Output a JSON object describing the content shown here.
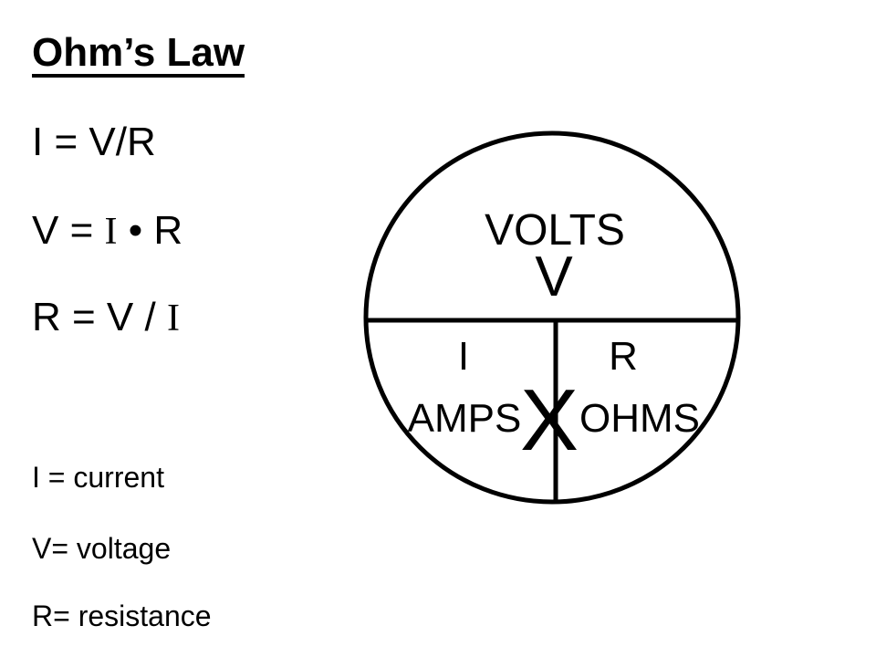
{
  "title": "Ohm’s Law",
  "formulas": {
    "current": {
      "lhs": "I = V/R"
    },
    "voltage": {
      "lhs": "V = ",
      "var_i": "I",
      "dot": " • ",
      "var_r": "R"
    },
    "resistance": {
      "lhs": "R = V / ",
      "var_i": "I"
    }
  },
  "definitions": {
    "current": "I = current",
    "voltage": "V= voltage",
    "resistance": "R= resistance"
  },
  "diagram": {
    "top_label": "VOLTS",
    "top_symbol": "V",
    "left_symbol": "I",
    "left_label": "AMPS",
    "right_symbol": "R",
    "right_label": "OHMS",
    "center_symbol": "X"
  }
}
